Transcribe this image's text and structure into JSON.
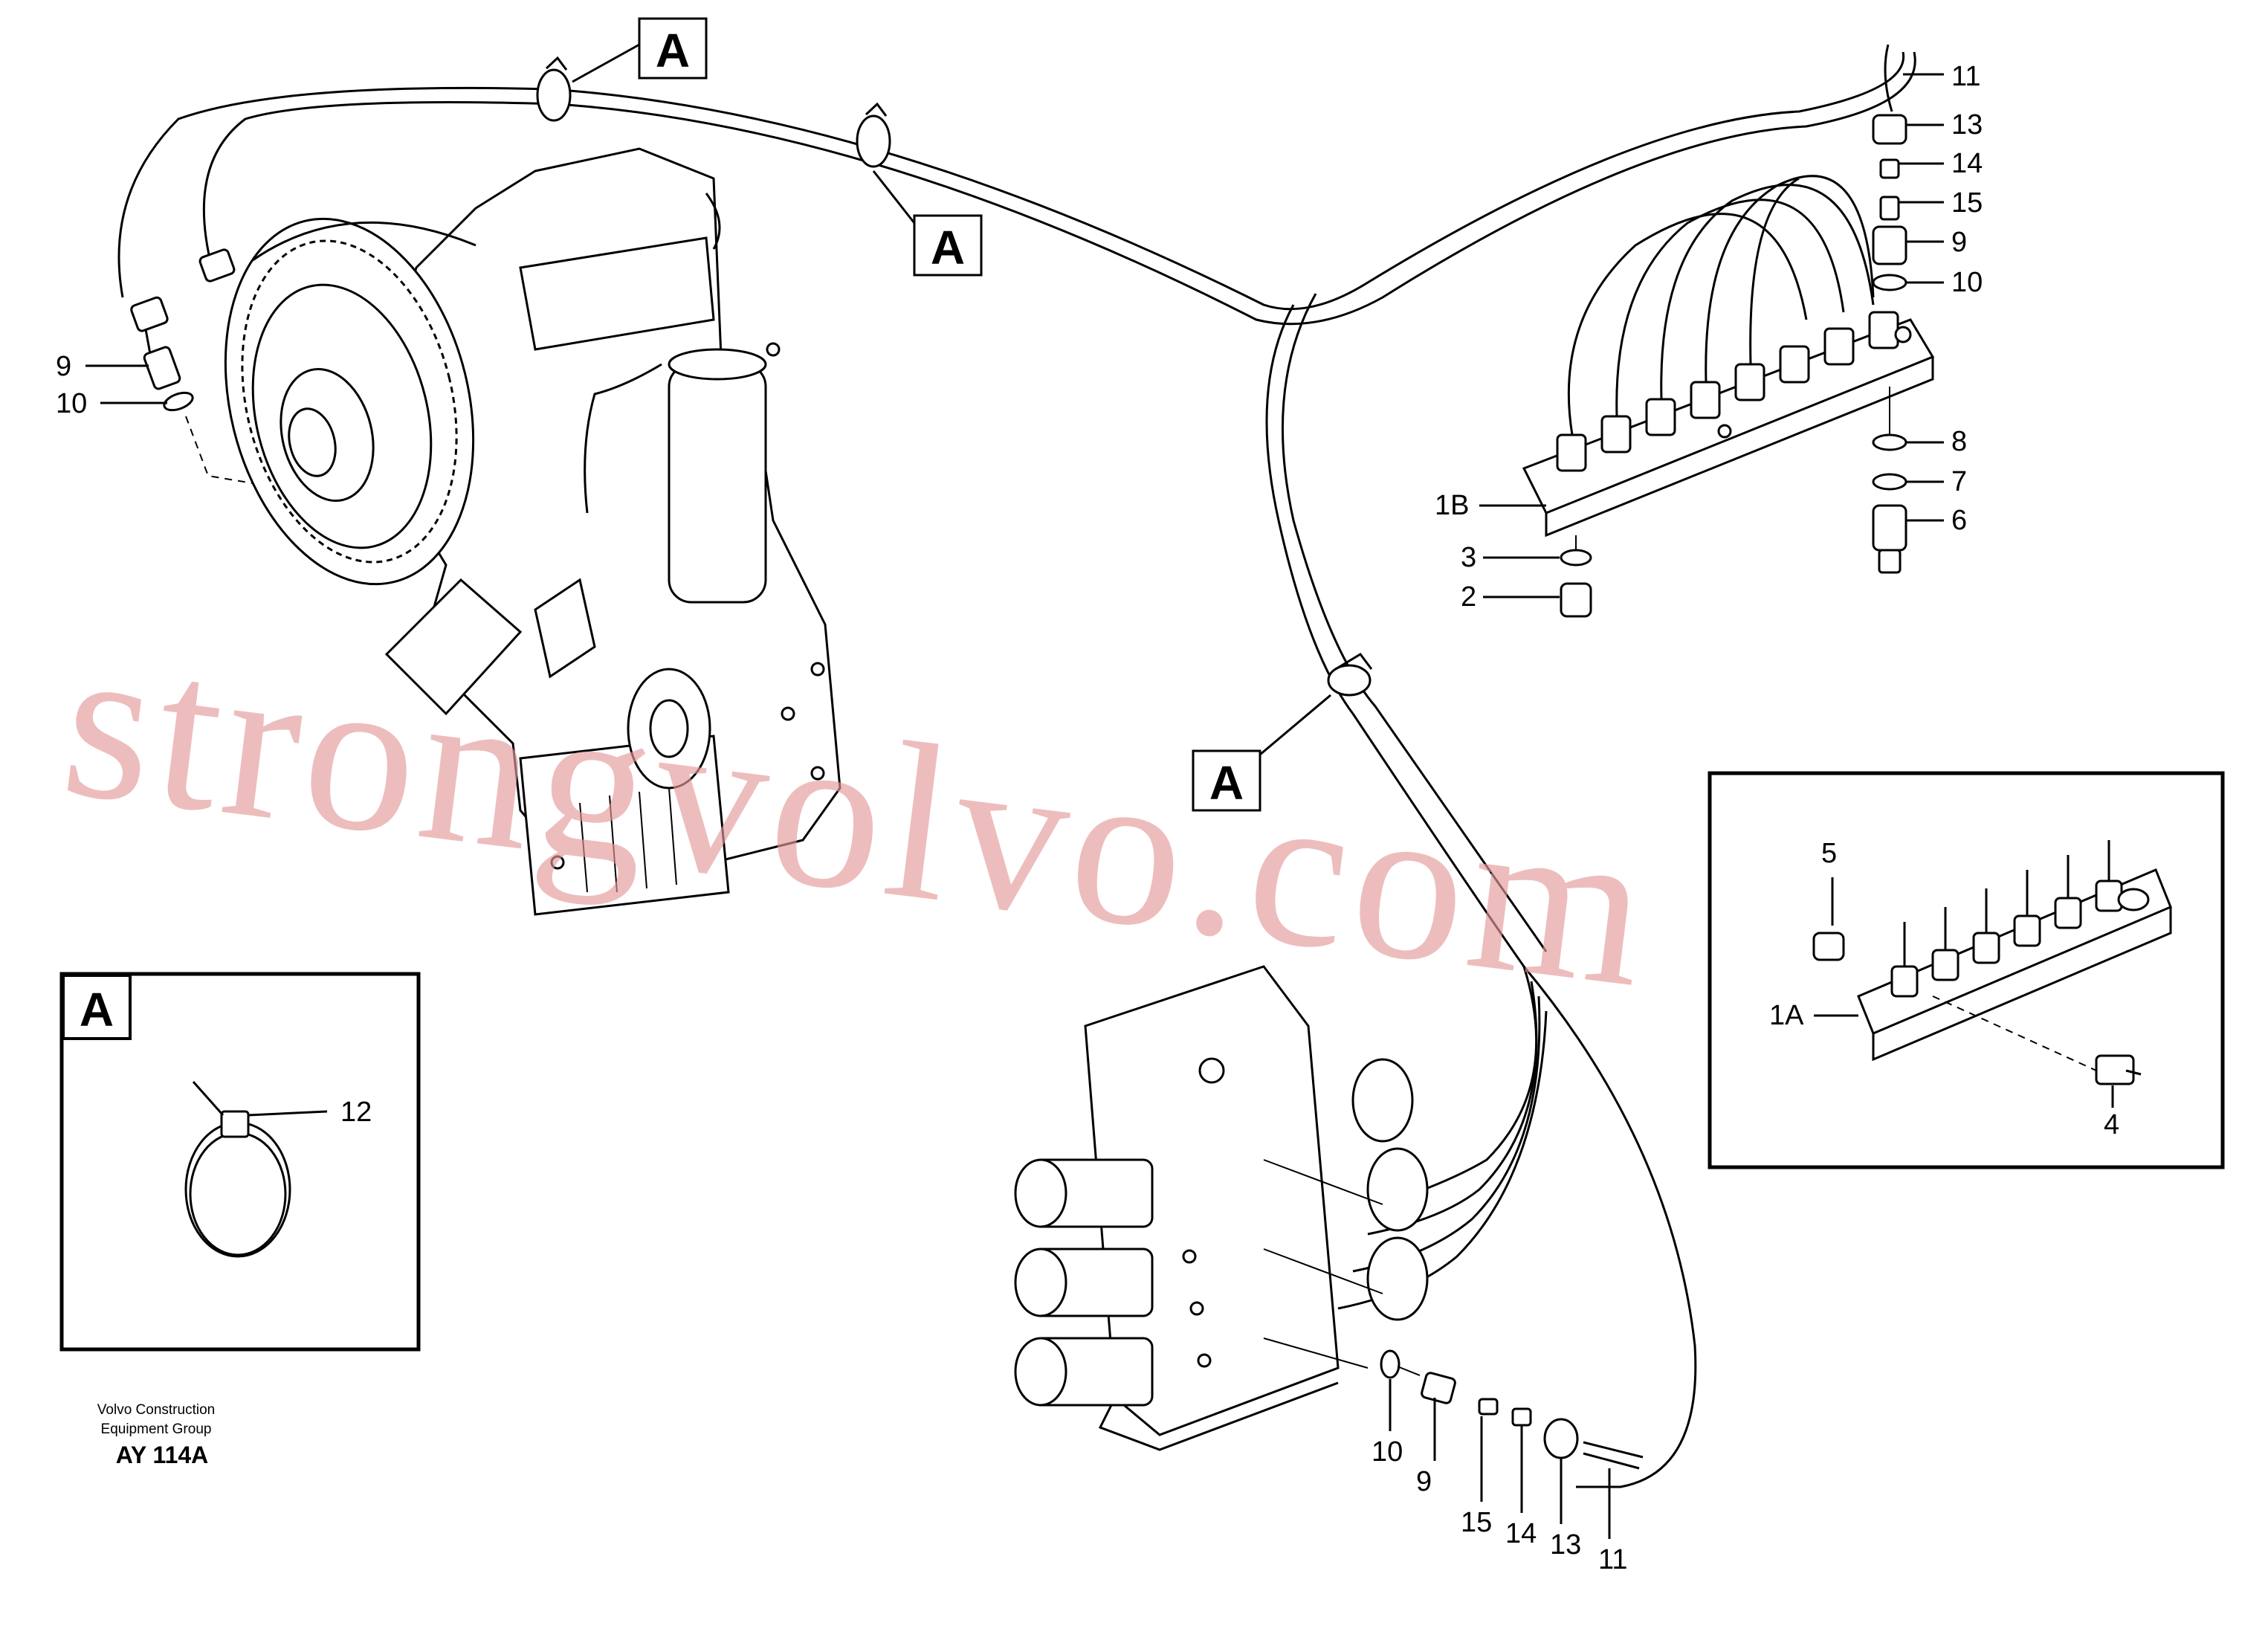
{
  "watermark": "strongvolvo.com",
  "credit": {
    "line1": "Volvo Construction",
    "line2": "Equipment Group",
    "code": "AY 114A"
  },
  "detail_box_a": {
    "title": "A",
    "part_label": "12"
  },
  "detail_box_1a": {
    "labels": [
      "5",
      "1A",
      "4"
    ]
  },
  "callout_letters": [
    "A",
    "A",
    "A"
  ],
  "part_labels": {
    "left_fitting": [
      "9",
      "10"
    ],
    "right_column": [
      "11",
      "13",
      "14",
      "15",
      "9",
      "10",
      "8",
      "7",
      "6"
    ],
    "manifold_1b": [
      "1B",
      "3",
      "2"
    ],
    "bottom_row": [
      "10",
      "9",
      "15",
      "14",
      "13",
      "11"
    ]
  }
}
